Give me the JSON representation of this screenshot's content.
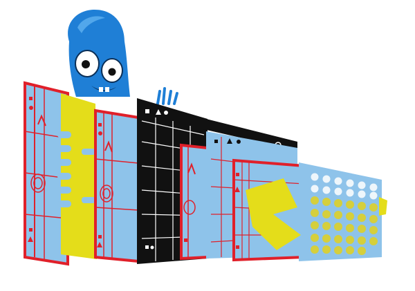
{
  "scene": {
    "subject": "mascot",
    "mascot": {
      "icon": "blue-blob-mascot",
      "color": "#1f7fd6"
    },
    "sheets": [
      {
        "name": "red-bordered-blue-grid-sheet",
        "color": "#8ec3ea",
        "border": "#e0202a"
      },
      {
        "name": "yellow-tabbed-sheet",
        "color": "#e4dd1a"
      },
      {
        "name": "red-bordered-blue-grid-sheet-2",
        "color": "#8ec3ea",
        "border": "#e0202a"
      },
      {
        "name": "black-grid-sheet",
        "color": "#111111"
      },
      {
        "name": "red-bordered-sheet-small",
        "color": "#8ec3ea",
        "border": "#e0202a"
      },
      {
        "name": "blue-grid-sheet-open-window",
        "color": "#8ec3ea"
      },
      {
        "name": "yellow-arrow-cutout",
        "color": "#e4dd1a"
      },
      {
        "name": "blue-sheet-with-holes",
        "color": "#8ec3ea",
        "dots": "#d5cf3c"
      }
    ]
  }
}
